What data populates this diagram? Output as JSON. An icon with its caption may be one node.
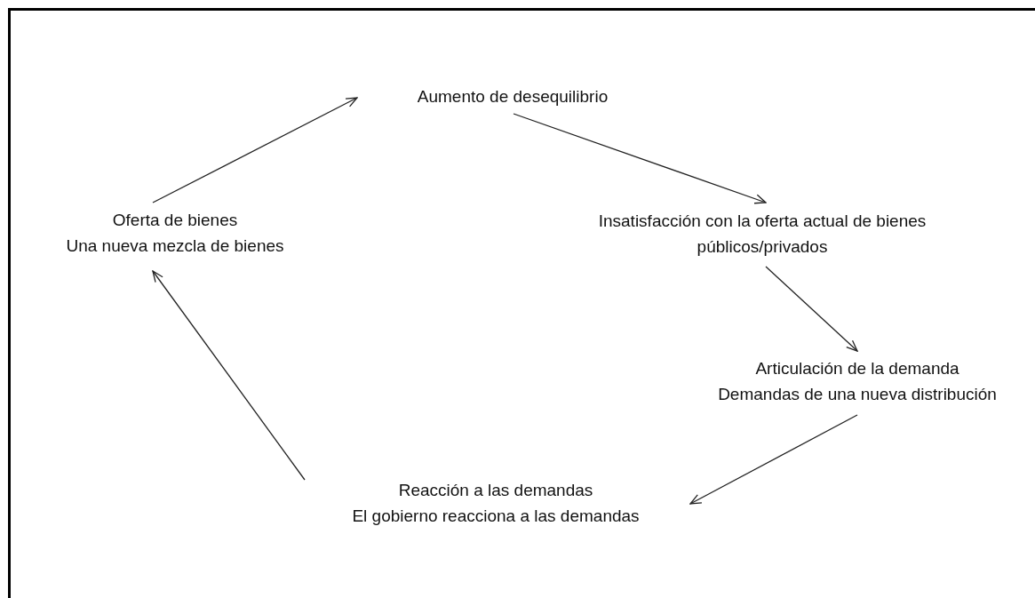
{
  "diagram": {
    "nodes": [
      {
        "text": [
          "Aumento de desequilibrio"
        ]
      },
      {
        "text": [
          "Insatisfacción con la oferta actual de bienes públicos/privados"
        ]
      },
      {
        "text": [
          "Articulación de la demanda",
          "Demandas de una nueva distribución"
        ]
      },
      {
        "text": [
          "Reacción a las demandas",
          "El gobierno reacciona a las demandas"
        ]
      },
      {
        "text": [
          "Oferta de bienes",
          "Una nueva mezcla de bienes"
        ]
      }
    ],
    "edges": [
      {
        "from": 4,
        "to": 0,
        "arrow": "to"
      },
      {
        "from": 0,
        "to": 1,
        "arrow": "to"
      },
      {
        "from": 1,
        "to": 2,
        "arrow": "to"
      },
      {
        "from": 2,
        "to": 3,
        "arrow": "to"
      },
      {
        "from": 3,
        "to": 4,
        "arrow": "to"
      }
    ]
  }
}
